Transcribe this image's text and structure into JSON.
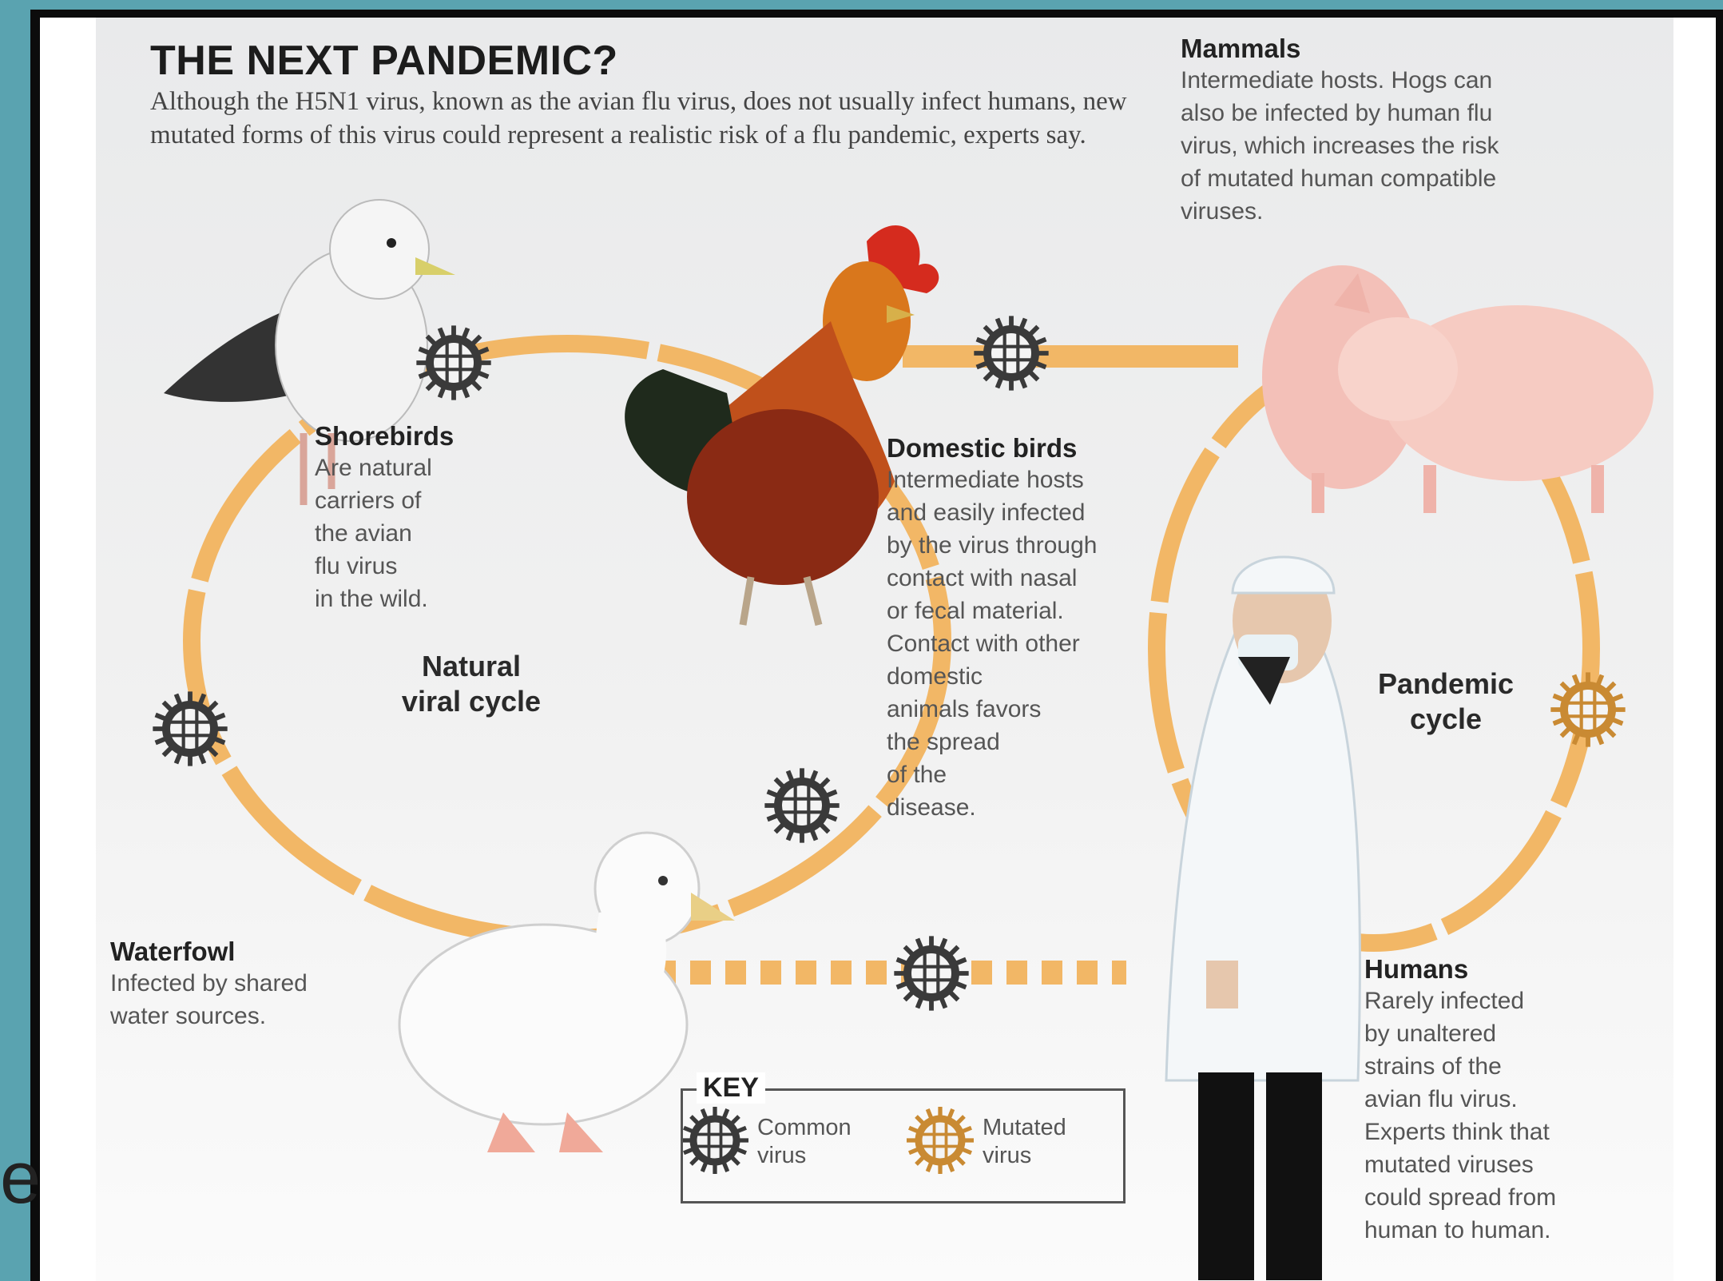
{
  "edge_text": "e.",
  "title": "THE NEXT PANDEMIC?",
  "intro": "Although the H5N1 virus, known as the avian flu virus, does not usually infect humans, new mutated forms of this virus could represent a realistic risk of a flu pandemic, experts say.",
  "mammals": {
    "heading": "Mammals",
    "body": [
      "Intermediate hosts. Hogs can",
      "also be infected by human flu",
      "virus, which increases the risk",
      "of mutated human compatible",
      "viruses."
    ]
  },
  "shorebirds": {
    "heading": "Shorebirds",
    "body": [
      "Are natural",
      "carriers of",
      "the avian",
      "flu virus",
      "in the wild."
    ]
  },
  "domestic_birds": {
    "heading": "Domestic birds",
    "body": [
      "Intermediate hosts",
      "and easily infected",
      "by the virus through",
      "contact with nasal",
      "or fecal material.",
      "Contact with other",
      "domestic",
      "animals favors",
      "the spread",
      "of the",
      "disease."
    ]
  },
  "natural_cycle": [
    "Natural",
    "viral cycle"
  ],
  "pandemic_cycle": [
    "Pandemic",
    "cycle"
  ],
  "waterfowl": {
    "heading": "Waterfowl",
    "body": [
      "Infected by shared",
      "water sources."
    ]
  },
  "humans": {
    "heading": "Humans",
    "body": [
      "Rarely infected",
      "by unaltered",
      "strains of the",
      "avian flu virus.",
      "Experts think that",
      "mutated viruses",
      "could spread from",
      "human to human."
    ]
  },
  "key": {
    "label": "KEY",
    "common": [
      "Common",
      "virus"
    ],
    "mutated": [
      "Mutated",
      "virus"
    ]
  },
  "colors": {
    "cycle_ring": "#f2b766",
    "common_virus": "#3a3a3a",
    "mutated_virus": "#c98a33"
  }
}
